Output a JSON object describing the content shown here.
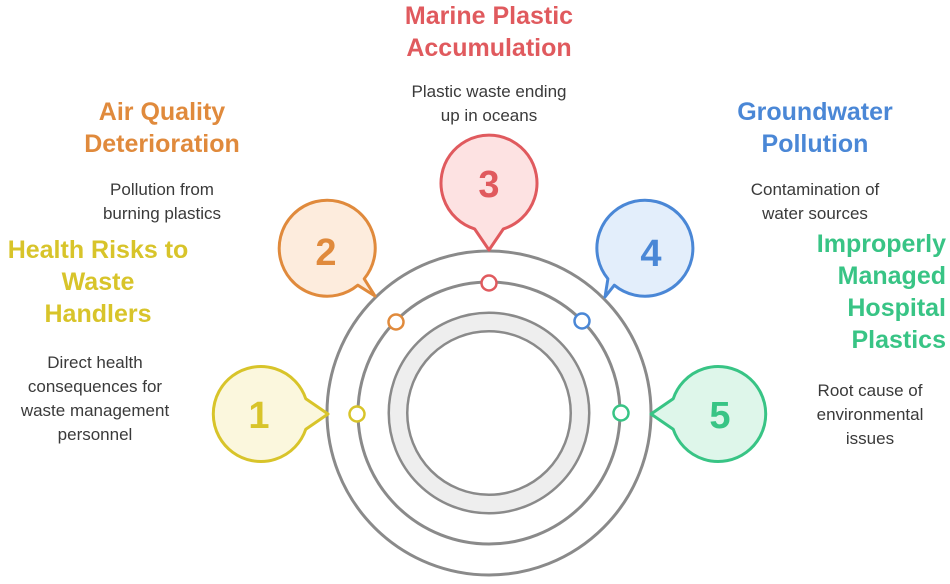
{
  "colors": {
    "step1": "#d8c42a",
    "step2": "#e08a3c",
    "step3": "#e05a5e",
    "step4": "#4a87d6",
    "step5": "#38c485",
    "ring": "#8a8a8a"
  },
  "steps": [
    {
      "number": "1",
      "title": "Health Risks to\nWaste\nHandlers",
      "description": "Direct health\nconsequences for\nwaste management\npersonnel"
    },
    {
      "number": "2",
      "title": "Air Quality\nDeterioration",
      "description": "Pollution from\nburning plastics"
    },
    {
      "number": "3",
      "title": "Marine Plastic\nAccumulation",
      "description": "Plastic waste ending\nup in oceans"
    },
    {
      "number": "4",
      "title": "Groundwater\nPollution",
      "description": "Contamination of\nwater sources"
    },
    {
      "number": "5",
      "title": "Improperly\nManaged\nHospital\nPlastics",
      "description": "Root cause of\nenvironmental\nissues"
    }
  ]
}
